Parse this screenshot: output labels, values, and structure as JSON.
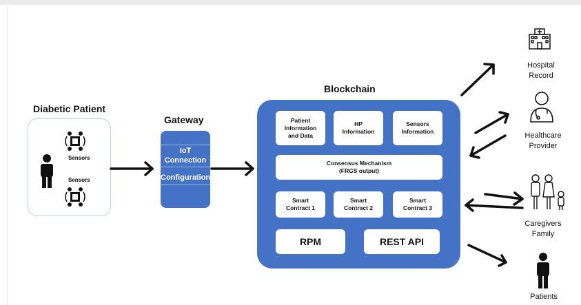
{
  "patient": {
    "title": "Diabetic Patient",
    "sensor_labels": [
      "Sensors",
      "Sensors"
    ]
  },
  "gateway": {
    "title": "Gateway",
    "iot": "IoT\nConnection",
    "config": "Configuration"
  },
  "blockchain": {
    "title": "Blockchain",
    "boxes": {
      "patient_info": "Patient\nInformation\nand Data",
      "hp_info": "HP\nInformation",
      "sensors_info": "Sensors\nInformation",
      "consensus": "Consensus Mechanism\n(FRGS output)",
      "sc1": "Smart\nContract 1",
      "sc2": "Smart\nContract 2",
      "sc3": "Smart\nContract 3",
      "rpm": "RPM",
      "rest": "REST API"
    }
  },
  "actors": {
    "hospital": "Hospital\nRecord",
    "provider": "Healthcare\nProvider",
    "caregivers": "Caregivers\nFamily",
    "patients": "Patients"
  },
  "icons": [
    "person-icon",
    "sensor-icon",
    "hospital-icon",
    "doctor-icon",
    "family-icon"
  ],
  "colors": {
    "accent": "#4472c4",
    "box_border": "#b9cdef"
  }
}
